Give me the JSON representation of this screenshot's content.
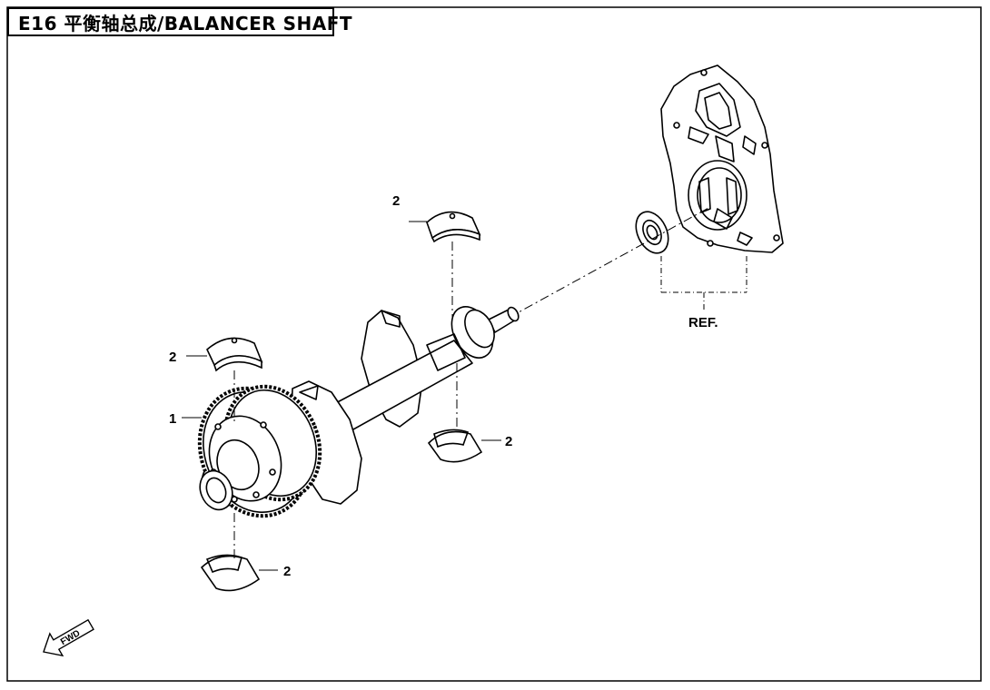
{
  "title": "E16 平衡轴总成/BALANCER SHAFT",
  "callouts": {
    "gear": "1",
    "bearing_top": "2",
    "bearing_left": "2",
    "bearing_right": "2",
    "bearing_bottom": "2",
    "ref": "REF."
  },
  "fwd_label": "FWD",
  "colors": {
    "line": "#000000",
    "background": "#ffffff"
  }
}
